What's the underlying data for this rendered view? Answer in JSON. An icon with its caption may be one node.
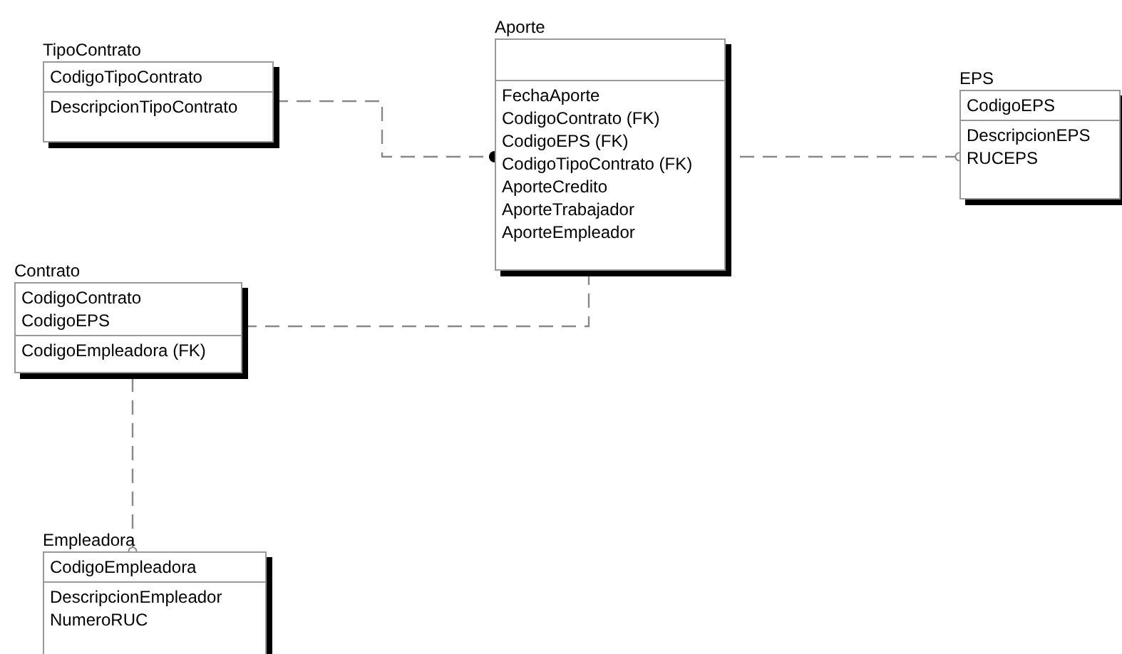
{
  "diagram": {
    "nodes": [
      {
        "text": [
          "TipoContrato",
          "CodigoTipoContrato",
          "DescripcionTipoContrato"
        ]
      },
      {
        "text": [
          "Aporte",
          "FechaAporte",
          "CodigoContrato (FK)",
          "CodigoEPS (FK)",
          "CodigoTipoContrato (FK)",
          "AporteCredito",
          "AporteTrabajador",
          "AporteEmpleador"
        ]
      },
      {
        "text": [
          "EPS",
          "CodigoEPS",
          "DescripcionEPS",
          "RUCEPS"
        ]
      },
      {
        "text": [
          "Contrato",
          "CodigoContrato",
          "CodigoEPS",
          "CodigoEmpleadora (FK)"
        ]
      },
      {
        "text": [
          "Empleadora",
          "CodigoEmpleadora",
          "DescripcionEmpleador",
          "NumeroRUC"
        ]
      }
    ],
    "edges": [
      {
        "from": 0,
        "to": 1,
        "arrow": "other",
        "style": "dashed"
      },
      {
        "from": 2,
        "to": 1,
        "arrow": "other",
        "style": "dashed"
      },
      {
        "from": 3,
        "to": 1,
        "arrow": "other",
        "style": "dashed"
      },
      {
        "from": 4,
        "to": 3,
        "arrow": "other",
        "style": "dashed"
      }
    ]
  }
}
